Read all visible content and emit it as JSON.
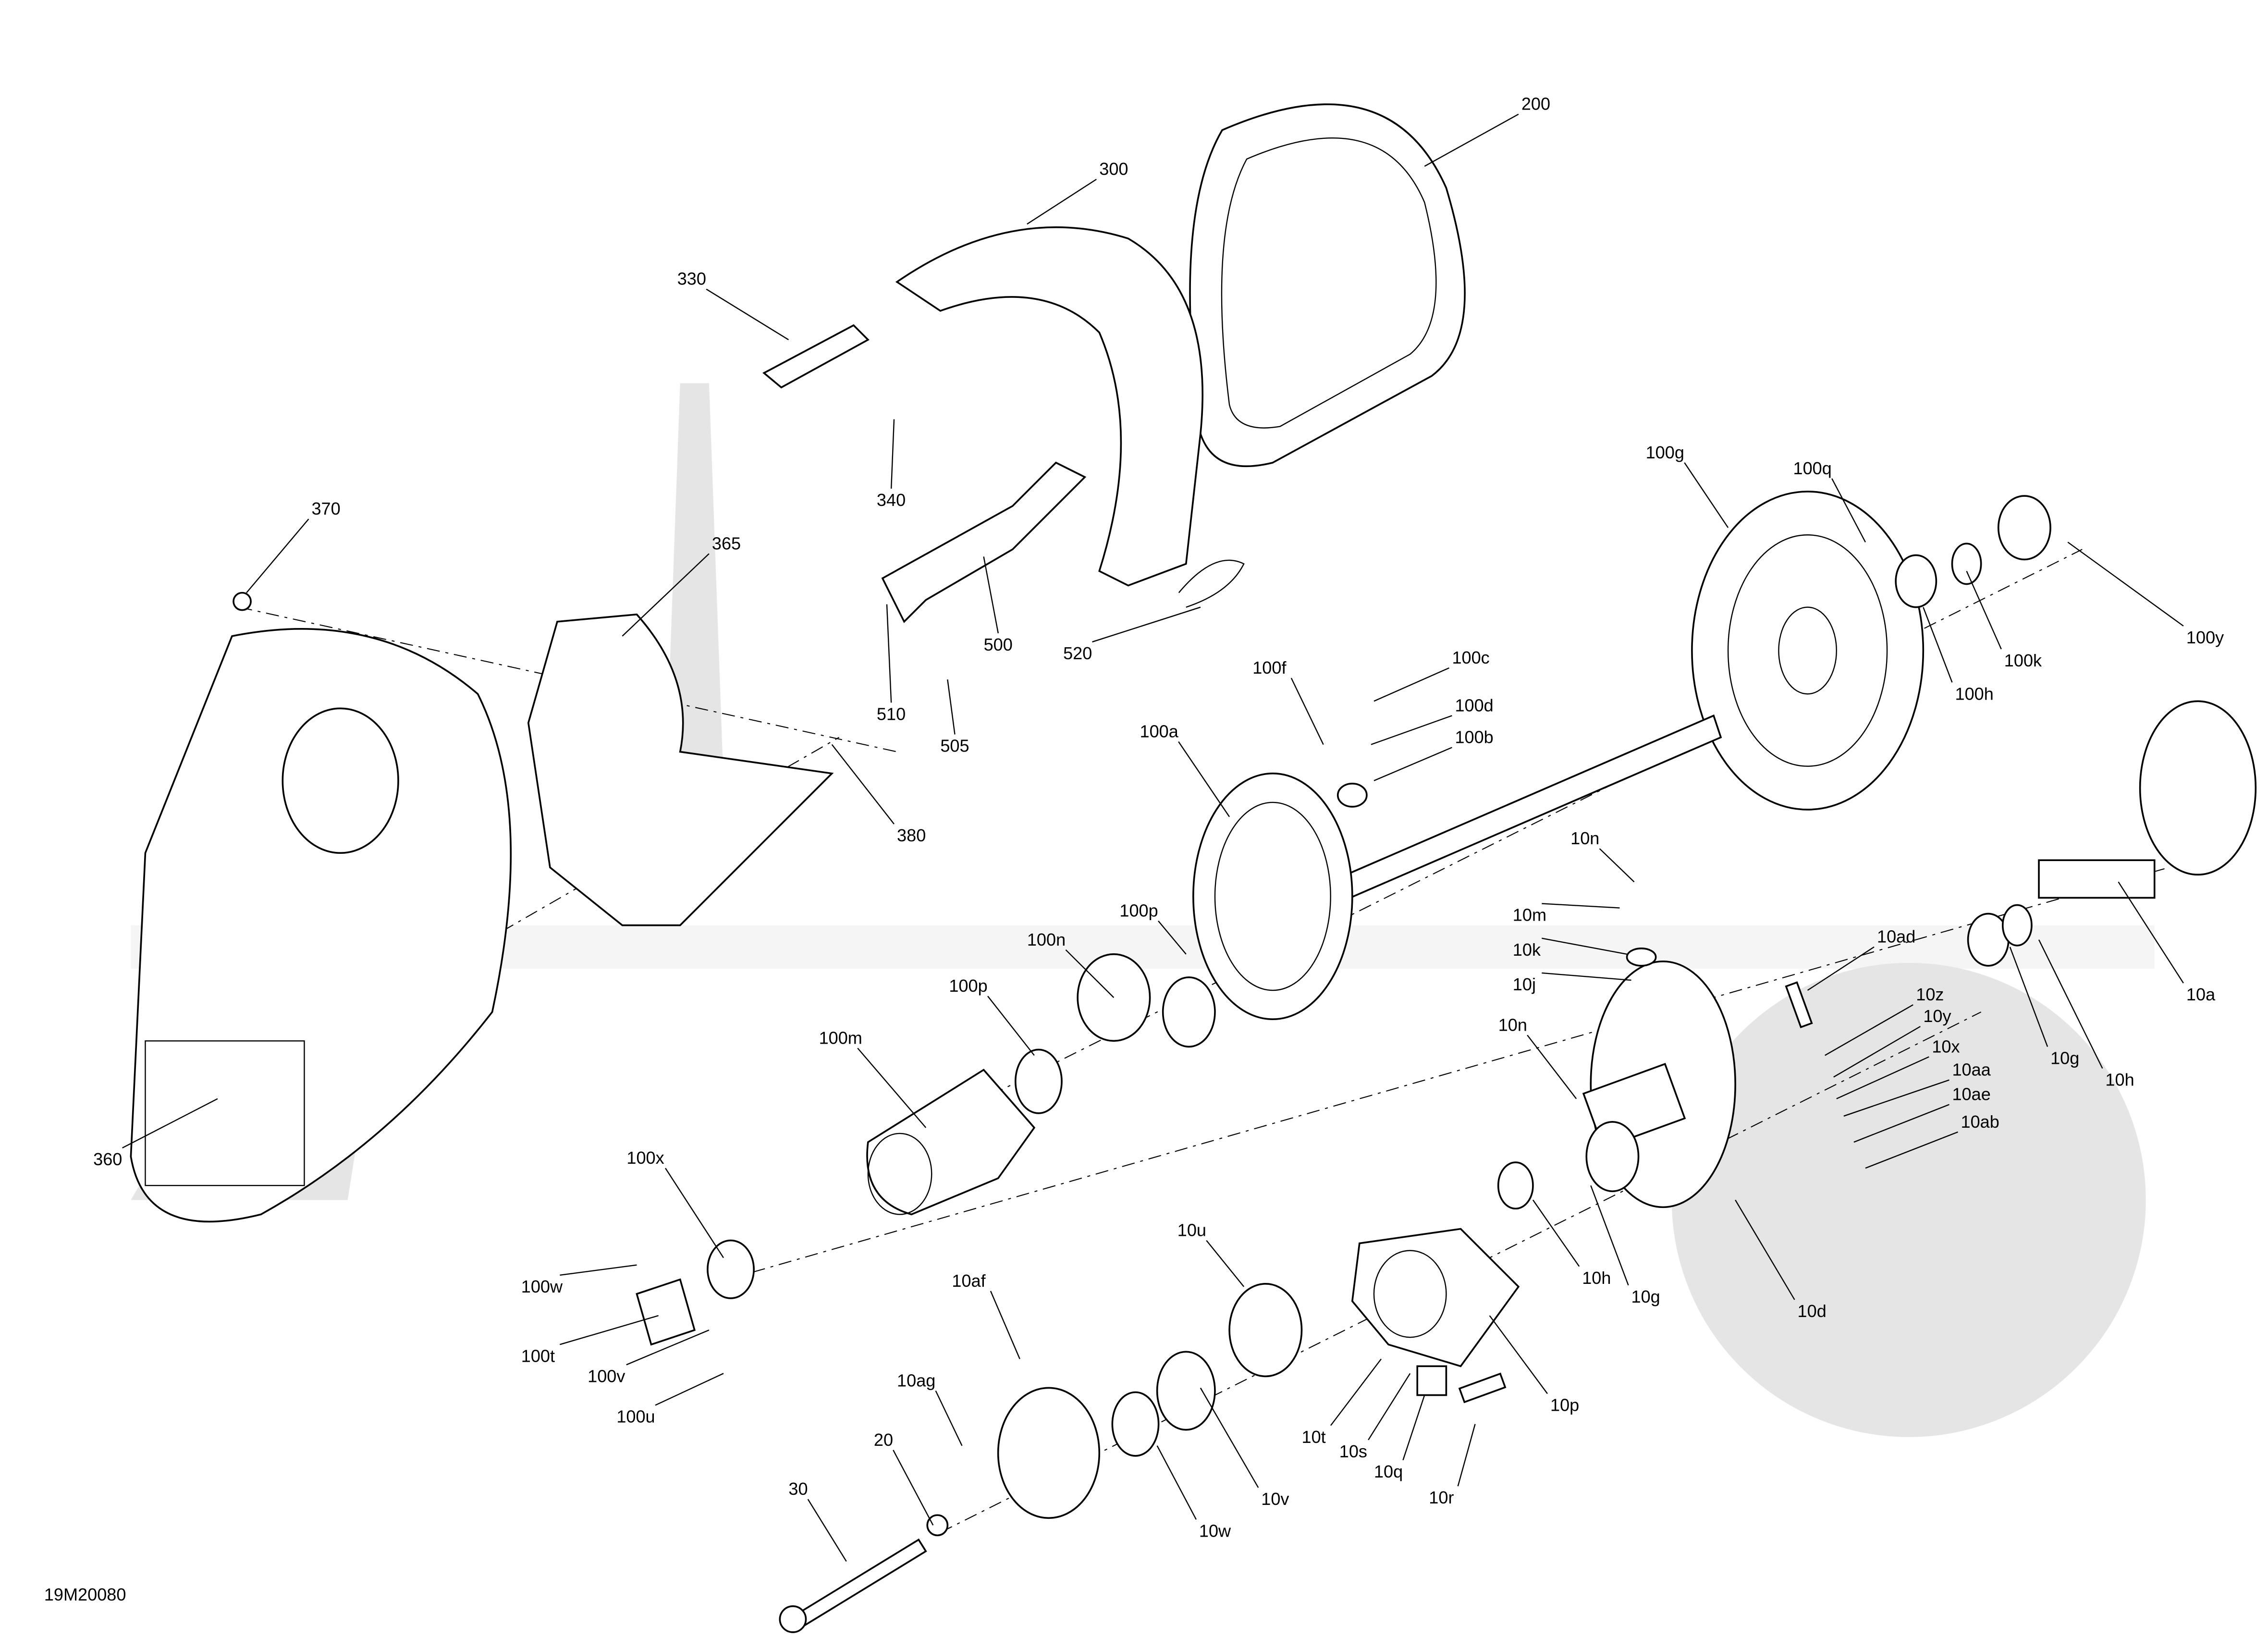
{
  "diagram": {
    "drawing_number": "19M20080",
    "callouts": [
      "200",
      "300",
      "330",
      "340",
      "370",
      "365",
      "500",
      "510",
      "505",
      "520",
      "380",
      "100g",
      "100q",
      "100y",
      "100k",
      "100h",
      "100f",
      "100c",
      "100d",
      "100b",
      "100a",
      "10n",
      "10m",
      "10k",
      "10j",
      "10ad",
      "10z",
      "10y",
      "10x",
      "10aa",
      "10ae",
      "10ab",
      "10a",
      "10g",
      "10h",
      "100p",
      "100n",
      "100p",
      "100m",
      "10n",
      "360",
      "100x",
      "10u",
      "10d",
      "10h",
      "10g",
      "100w",
      "10af",
      "100t",
      "100v",
      "100u",
      "10ag",
      "10p",
      "10t",
      "10s",
      "10q",
      "10r",
      "20",
      "10v",
      "10w",
      "30"
    ]
  }
}
